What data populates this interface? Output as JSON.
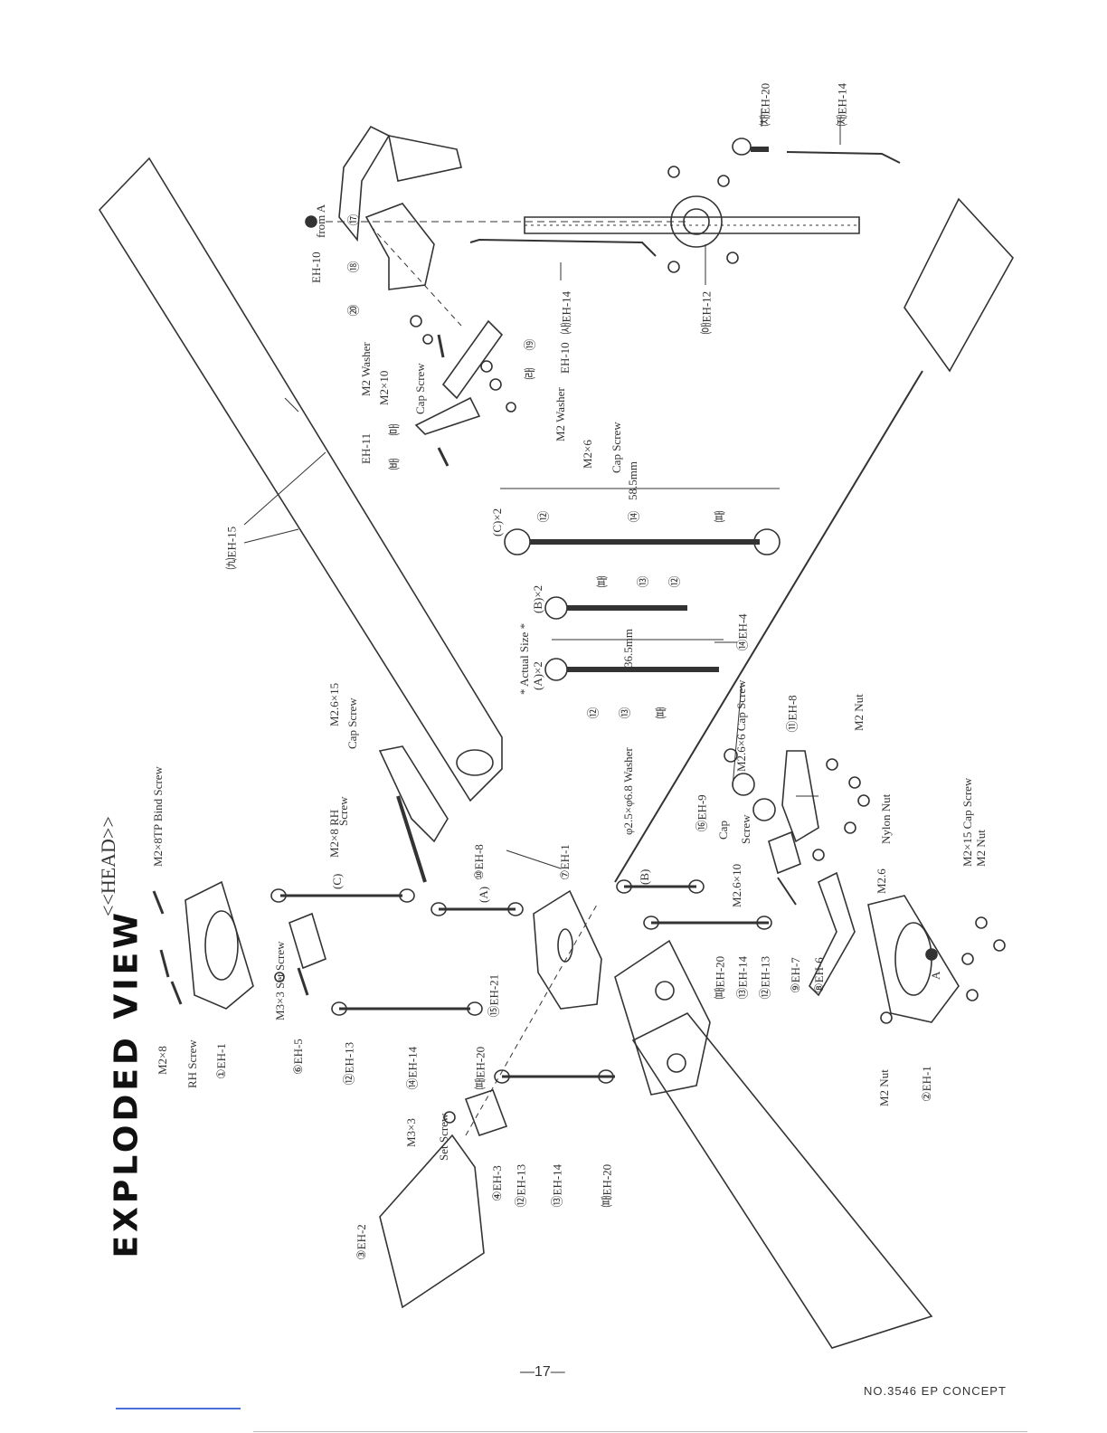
{
  "page": {
    "title": "EXPLODED VIEW",
    "subtitle": "<<HEAD>>",
    "page_number": "—17—",
    "footer": "NO.3546  EP CONCEPT"
  },
  "labels": {
    "m2x8_rh": "M2×8",
    "rh_screw": "RH Screw",
    "m2x8tp_bind": "M2×8TP Bind Screw",
    "eh1_a": "①EH-1",
    "m3x3_set_a": "M3×3 Set Screw",
    "eh5": "⑥EH-5",
    "m3x3_b": "M3×3",
    "set_screw_b": "Set Screw",
    "eh2": "③EH-2",
    "eh3": "④EH-3",
    "eh13_a": "⑫EH-13",
    "eh14_a": "⑭EH-14",
    "eh20_a": "㈚EH-20",
    "eh13_b": "⑫EH-13",
    "eh14_b": "⑬EH-14",
    "eh20_b": "㈚EH-20",
    "c_link": "(C)",
    "a_link": "(A)",
    "b_link": "(B)",
    "eh21": "⑮EH-21",
    "eh1_b": "⑦EH-1",
    "m2x8_rh_b": "M2×8 RH",
    "screw_b": "Screw",
    "m26x15": "M2.6×15",
    "cap_screw_a": "Cap Screw",
    "eh8_a": "⑩EH-8",
    "eh15": "㈨EH-15",
    "eh20_c": "㈚EH-20",
    "eh14_c": "⑬EH-14",
    "eh13_c": "⑫EH-13",
    "eh7": "⑨EH-7",
    "eh6": "⑧EH-6",
    "m26x10": "M2.6×10",
    "cap_b": "Cap",
    "screw_c": "Screw",
    "washer_25": "φ2.5×φ6.8 Washer",
    "eh9": "⑯EH-9",
    "m26x6_cap": "M2.6×6 Cap Screw",
    "eh8_b": "⑪EH-8",
    "m2_nut_a": "M2 Nut",
    "m26_nylon": "M2.6",
    "nylon_nut": "Nylon Nut",
    "m2x15_cap": "M2×15 Cap Screw",
    "m2_nut_b": "M2 Nut",
    "m2_nut_c": "M2 Nut",
    "eh1_c": "②EH-1",
    "point_a": "A",
    "actual_size": "* Actual Size *",
    "a_x2": "(A)×2",
    "b_x2": "(B)×2",
    "c_x2": "(C)×2",
    "dim_365": "36.5mm",
    "dim_585": "58.5mm",
    "eh4": "⑭EH-4",
    "n12": "⑫",
    "n13": "⑬",
    "n14": "⑭",
    "n27": "㈚",
    "eh10_a": "EH-10",
    "from_a": "from A",
    "n17": "⑰",
    "n18": "⑱",
    "n20": "⑳",
    "m2_washer_a": "M2 Washer",
    "m2x10": "M2×10",
    "cap_screw_c": "Cap Screw",
    "eh11": "EH-11",
    "n22": "㈒",
    "n23": "㈓",
    "n19": "⑲",
    "n21": "㈑",
    "eh10_b": "EH-10",
    "m2_washer_b": "M2 Washer",
    "m2x6": "M2×6",
    "cap_screw_d": "Cap Screw",
    "eh14_d": "㈔EH-14",
    "eh12": "㈕EH-12",
    "eh20_d": "㈗EH-20",
    "eh14_e": "㈖EH-14"
  }
}
